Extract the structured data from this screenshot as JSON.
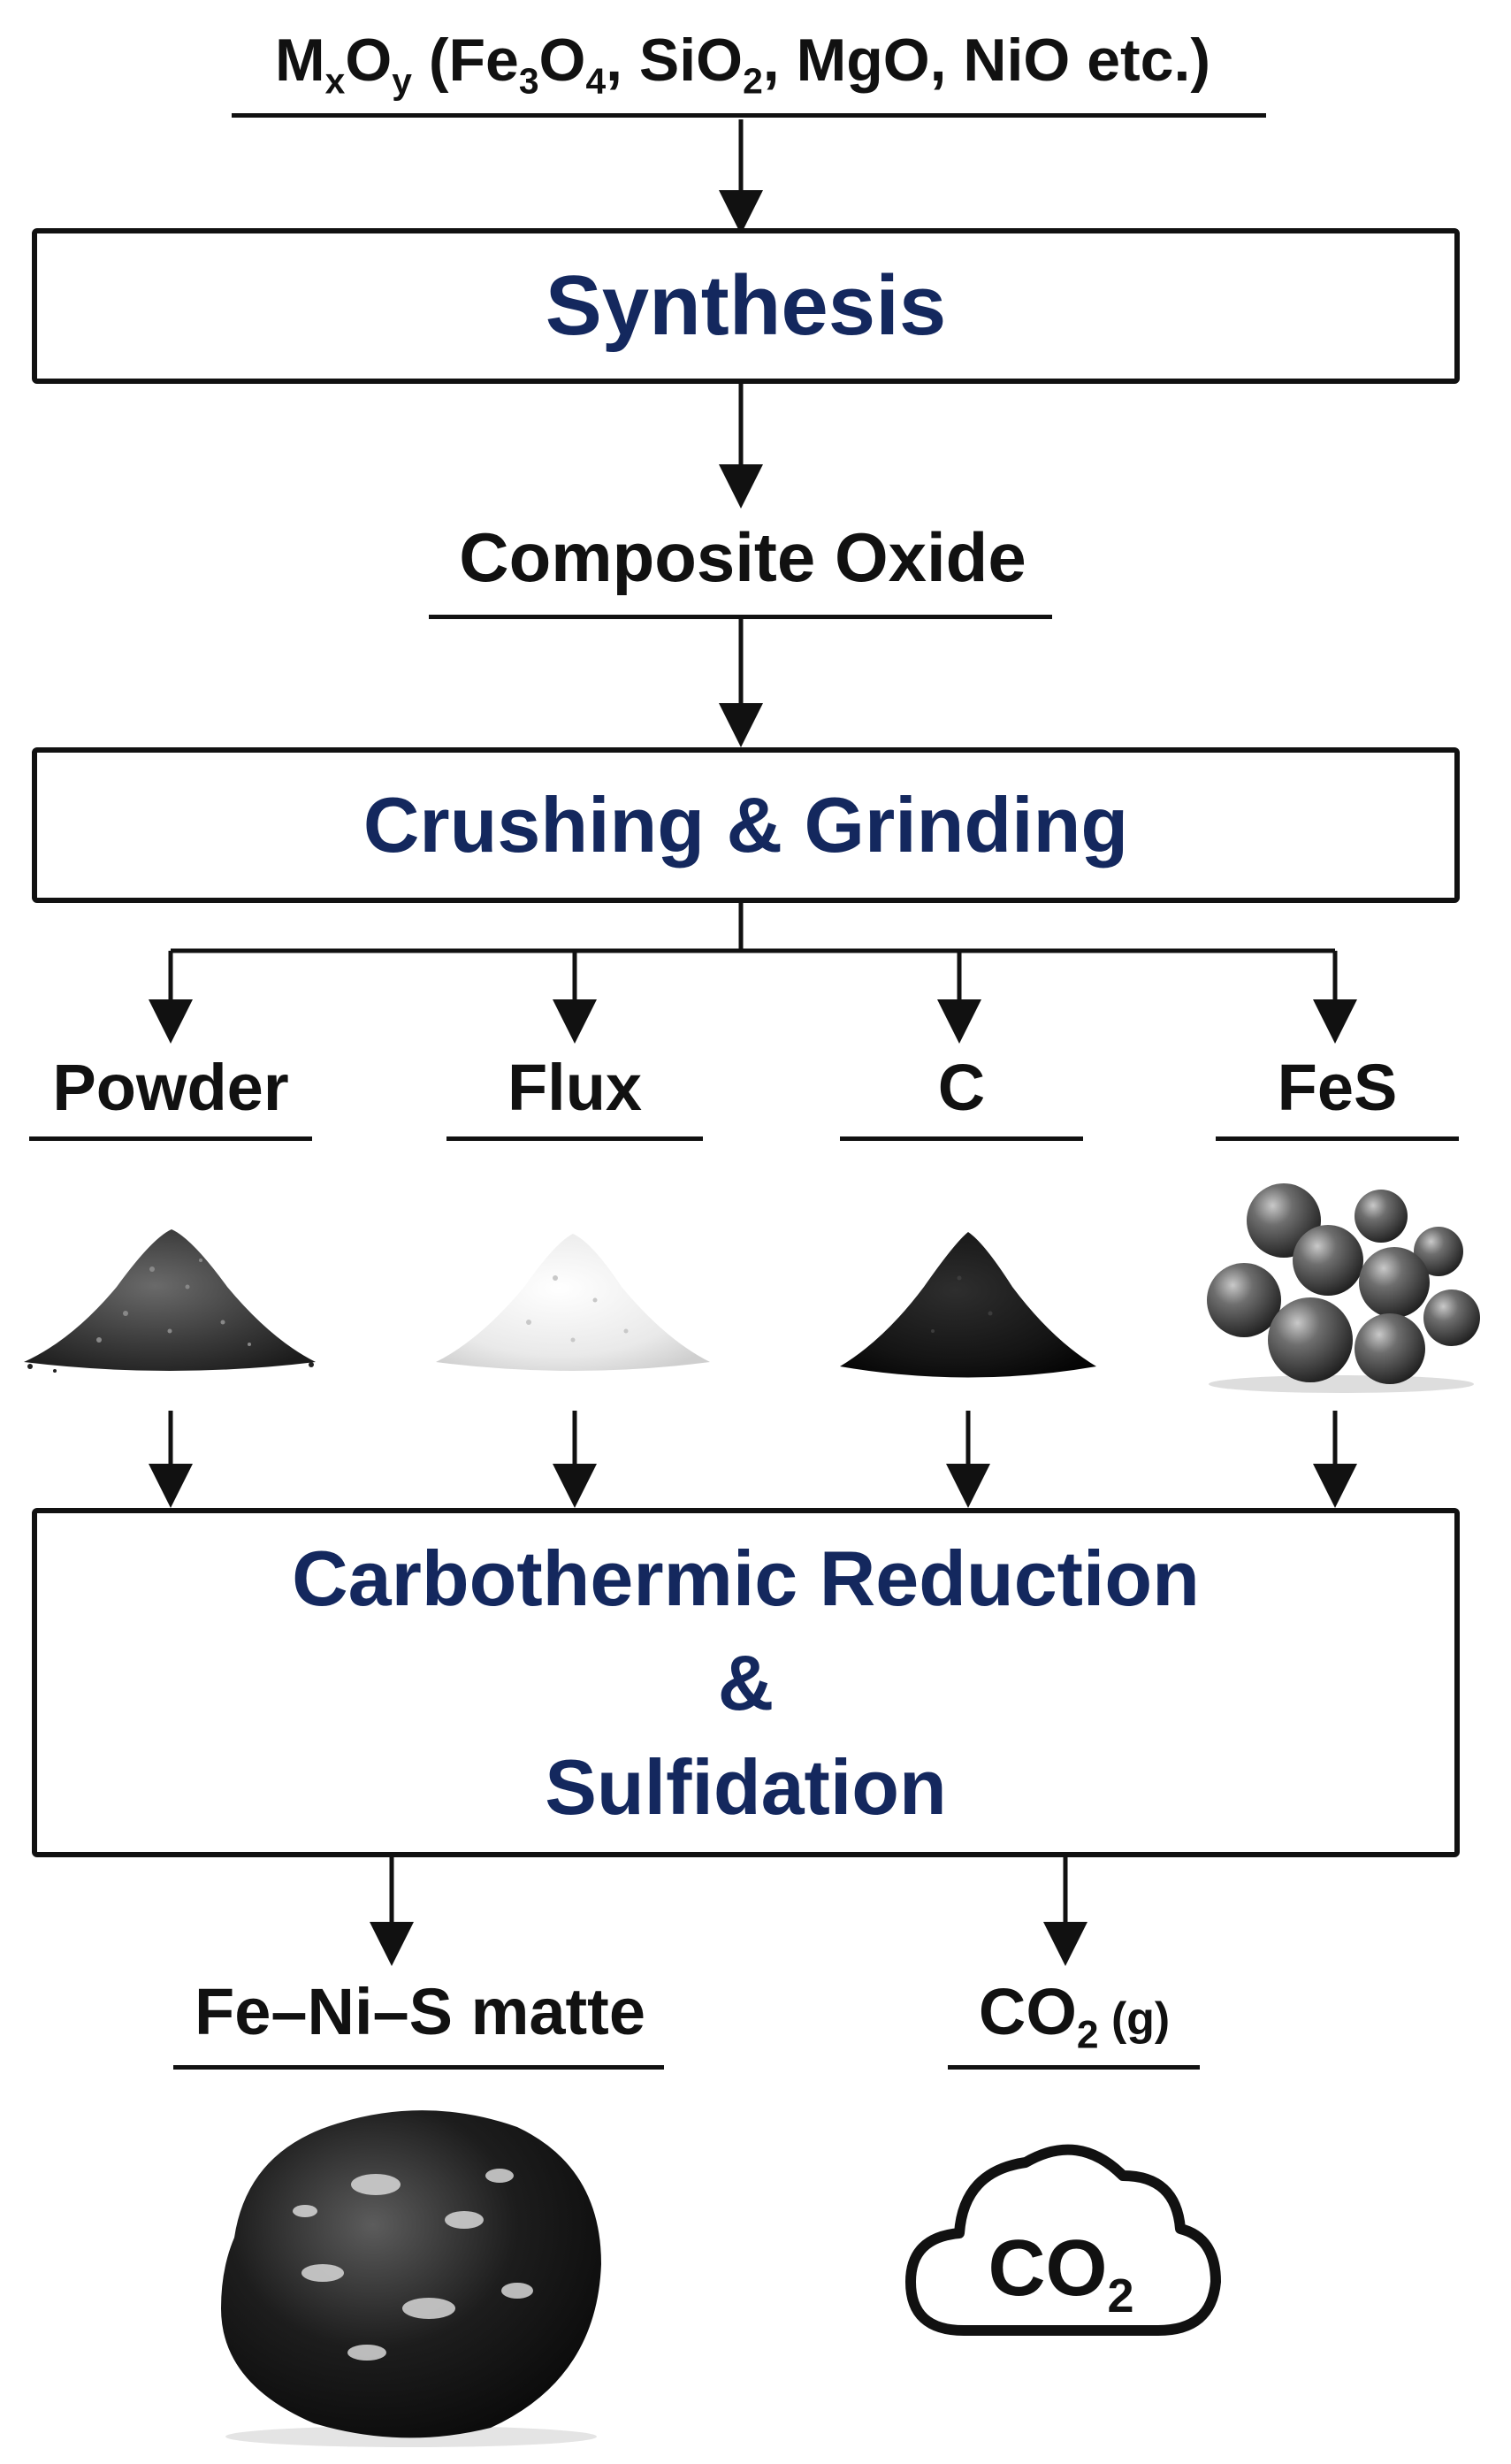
{
  "inputs": {
    "prefix": "M",
    "x": "x",
    "o": "O",
    "y": "y",
    "list_open": " (Fe",
    "fe_sub1": "3",
    "fe_o": "O",
    "fe_sub2": "4",
    "si": ", SiO",
    "si_sub": "2",
    "rest": ", MgO, NiO etc.)"
  },
  "steps": {
    "synthesis": "Synthesis",
    "composite": "Composite Oxide",
    "crushing": "Crushing & Grinding",
    "reduction_line1": "Carbothermic Reduction",
    "reduction_line2": "&",
    "reduction_line3": "Sulfidation"
  },
  "materials": [
    {
      "label": "Powder",
      "icon": "dark-powder-pile-icon"
    },
    {
      "label": "Flux",
      "icon": "white-powder-pile-icon"
    },
    {
      "label": "C",
      "icon": "carbon-powder-pile-icon"
    },
    {
      "label": "FeS",
      "icon": "fes-pellets-icon"
    }
  ],
  "products": {
    "matte": "Fe–Ni–S matte",
    "co2_label": "CO",
    "co2_sub": "2",
    "co2_phase": " (g)",
    "cloud_text": "CO",
    "cloud_sub": "2"
  },
  "colors": {
    "box_text": "#14285e",
    "line": "#111111"
  }
}
